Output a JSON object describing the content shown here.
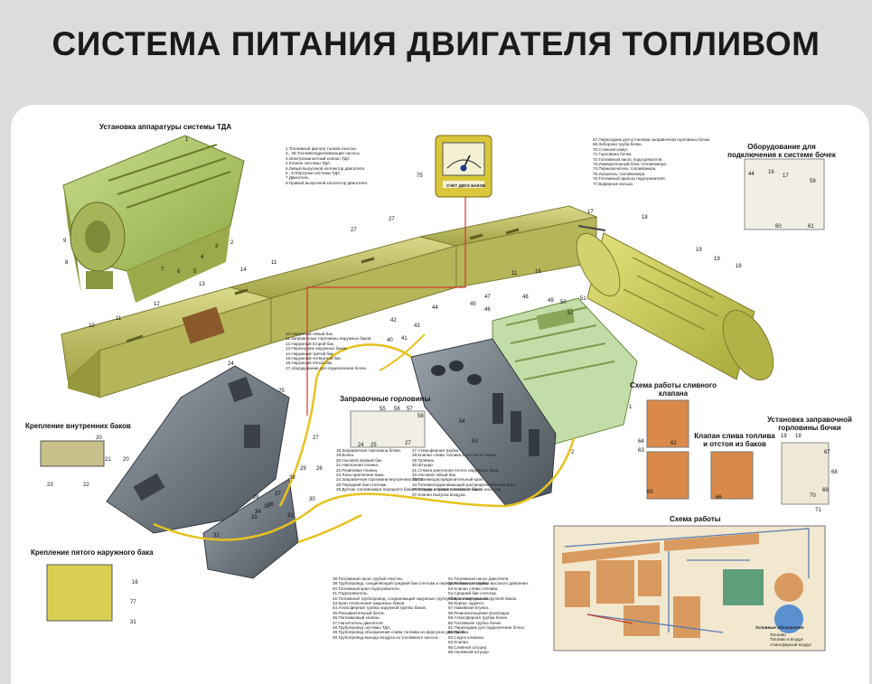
{
  "title": "СИСТЕМА ПИТАНИЯ ДВИГАТЕЛЯ ТОПЛИВОМ",
  "sections": {
    "tda": "Установка аппаратуры системы ТДА",
    "barrels_equipment": "Оборудование для подключения к системе бочек",
    "internal_tanks": "Крепление внутренних баков",
    "filler_necks": "Заправочные горловины",
    "drain_valve": "Схема работы сливного клапана",
    "drain_valve_tanks": "Клапан слива топлива и отстоя из баков",
    "barrel_neck": "Установка заправочной горловины бочки",
    "work_scheme": "Схема работы",
    "fifth_tank": "Крепление пятого наружного бака"
  },
  "legend_tda": [
    "1.Топливный фильтр тонкой очистки.",
    "2., 38.Топливоподкачивающие насосы.",
    "3.Электромагнитный клапан ТДА.",
    "4.Клапан системы ТДА.",
    "5.Левый выпускной коллектор двигателя.",
    "6., 8.Форсунки системы ТДА.",
    "7.Двигатель.",
    "9.Правый выпускной коллектор двигателя."
  ],
  "legend_top_right": [
    "67.Переходник для установки заправочной горловины бочки.",
    "68.Заборная труба бочки.",
    "70.Стяжной хомут.",
    "71.Горловина бочки.",
    "72.Топливный насос подогревателя.",
    "73.Измерительный блок топливомера.",
    "74.Переключатель топливомера.",
    "75.Указатель топливомера.",
    "76.Топливный фильтр подогревателя.",
    "77.Буферное кольцо."
  ],
  "legend_tanks": [
    "10.Наружный левый бак.",
    "11.Заправочные горловины наружных баков.",
    "12.Наружный второй бак.",
    "13.Переходник наружных баков.",
    "14.Наружный третий бак.",
    "15.Наружный четвертый бак.",
    "16.Наружный пятый бак.",
    "17.оборудование для подключения бочек."
  ],
  "legend_mid_left": [
    "18.Заправочная горловина бочки.",
    "19.Бочка.",
    "20.Носовой правый бак.",
    "21.Наклонная планка.",
    "22.Резиновая планка.",
    "23.Лапы крепления бака.",
    "24.Заправочная горловина внутренних баков.",
    "25.Передний бак-стеллаж.",
    "26.Датчик топливомера переднего бака-стеллажа и правого носового бака."
  ],
  "legend_mid_right": [
    "27.Атмосферная трубка.",
    "28.Клапан слива топлива и отстоя из баков.",
    "29.Тройник.",
    "30.Штуцер.",
    "31.Стяжка крепления пятого наружного бака.",
    "32.Носовой левый бак.",
    "33.Топливораспределительный кран.",
    "34.Топливоподкачивающий распределительный кран.",
    "35.Штуцер отпачки топлива из баков насосом.",
    "37.Клапан выпуска воздуха."
  ],
  "legend_bottom_left": [
    "39.Топливный насос грубой очистки.",
    "39.Трубопровод, соединяющий средний бак-стеллаж и передние баки стеллажа.",
    "40.Топливный кран подогревателя.",
    "41.Подогреватель.",
    "42.Топливный трубопровод, соединяющий наружные группу баков с внутренней группой баков.",
    "43.Кран отключения наружных баков.",
    "44.Атмосферная трубка наружной группы баков.",
    "45.Расширительный бачок.",
    "46.Поплавковый клапан.",
    "47.Нагнетатель двигателя.",
    "48.Трубопровод системы ТДА.",
    "49.Трубопровод объединения слива топлива из форсунок двигателя.",
    "50.Трубопровод выхода воздуха из топливного насоса."
  ],
  "legend_bottom_right": [
    "51.Топливный насос двигателя.",
    "52.Топливные трубки высокого давления.",
    "53.Клапан слива топлива.",
    "54.Средний бак-стеллаж.",
    "55.Броневая крышка.",
    "56.Корпус заднего.",
    "57.Нажимная втулка.",
    "58.Резинокольцевая прокладка.",
    "59.Атмосферная трубка бочек.",
    "60.Топливная трубка бочки.",
    "61.Переходник для подключения бочек.",
    "62.Пробка.",
    "63.Седло клапана.",
    "64.Клапан.",
    "65.Сливной штуцер.",
    "66.Наливной штуцер."
  ],
  "scheme_legend": {
    "title": "Условные обозначения",
    "items": [
      "Топливо",
      "Топливо и воздух",
      "Атмосферный воздух"
    ]
  },
  "gauge": {
    "label": "СЧЁТ ДВУХ БАКОВ",
    "number": "75"
  },
  "callouts": {
    "tda": [
      "1",
      "2",
      "3",
      "4",
      "5",
      "6",
      "7",
      "8",
      "9"
    ],
    "tanks": [
      "10",
      "11",
      "12",
      "13",
      "14",
      "11",
      "27",
      "27",
      "11",
      "16",
      "17",
      "18",
      "19",
      "19",
      "18"
    ],
    "engine": [
      "47",
      "48",
      "49",
      "50",
      "51",
      "52",
      "46",
      "45",
      "44",
      "43",
      "42",
      "41",
      "40",
      "1",
      "2"
    ],
    "internal": [
      "24",
      "25",
      "20",
      "26",
      "27",
      "28",
      "29",
      "30",
      "31",
      "32",
      "33",
      "34",
      "35",
      "36",
      "37",
      "38",
      "53",
      "54"
    ],
    "fillers": [
      "55",
      "56",
      "57",
      "58",
      "24",
      "25",
      "27"
    ],
    "mount_internal": [
      "20",
      "21",
      "22",
      "23"
    ],
    "fifth": [
      "16",
      "77",
      "31"
    ],
    "barrels": [
      "44",
      "16",
      "17",
      "59",
      "61",
      "60"
    ],
    "drain": [
      "64",
      "63",
      "62",
      "65",
      "66"
    ],
    "barrel_neck": [
      "19",
      "18",
      "67",
      "68",
      "69",
      "70",
      "71"
    ]
  },
  "colors": {
    "tank_green": "#c9c96a",
    "tank_dark": "#9c9c3e",
    "steel": "#6f7780",
    "steel_dark": "#444b52",
    "pipe_yellow": "#e8c21f",
    "pipe_red": "#d23a2a",
    "scheme_bg": "#f2e7cf",
    "scheme_tank": "#d89a5e",
    "scheme_line": "#5a7fb0"
  }
}
